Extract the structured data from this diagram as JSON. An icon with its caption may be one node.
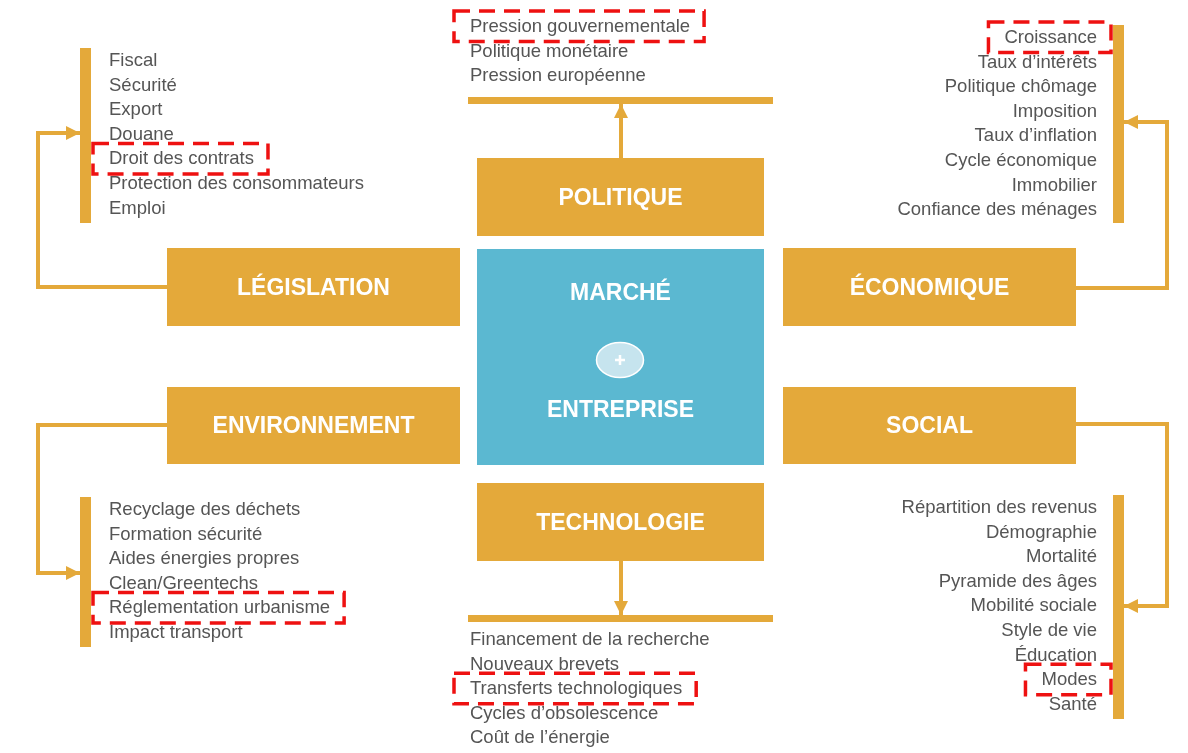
{
  "diagram": {
    "nodes": [
      {
        "text": [
          "Pression gouvernementale",
          "Politique monétaire",
          "Pression européenne"
        ]
      },
      {
        "text": [
          "Croissance",
          "Taux d’intérêts",
          "Politique chômage",
          "Imposition",
          "Taux d’inflation",
          "Cycle économique",
          "Immobilier",
          "Confiance des ménages"
        ]
      },
      {
        "text": [
          "Fiscal",
          "Sécurité",
          "Export",
          "Douane",
          "Droit des contrats",
          "Protection des consommateurs",
          "Emploi"
        ]
      },
      {
        "text": [
          "POLITIQUE"
        ]
      },
      {
        "text": [
          "LÉGISLATION"
        ]
      },
      {
        "text": [
          "MARCHÉ",
          "ENTREPRISE"
        ]
      },
      {
        "text": [
          "ÉCONOMIQUE"
        ]
      },
      {
        "text": [
          "ENVIRONNEMENT"
        ]
      },
      {
        "text": [
          "SOCIAL"
        ]
      },
      {
        "text": [
          "TECHNOLOGIE"
        ]
      },
      {
        "text": [
          "Recyclage des déchets",
          "Formation sécurité",
          "Aides énergies propres",
          "Clean/Greentechs",
          "Réglementation urbanisme",
          "Impact transport"
        ]
      },
      {
        "text": [
          "Répartition des revenus",
          "Démographie",
          "Mortalité",
          "Pyramide des âges",
          "Mobilité sociale",
          "Style de vie",
          "Éducation",
          "Modes",
          "Santé"
        ]
      },
      {
        "text": [
          "Financement de la recherche",
          "Nouveaux brevets",
          "Transferts technologiques",
          "Cycles d’obsolescence",
          "Coût de l’énergie"
        ]
      }
    ],
    "edges": [
      {
        "from": 3,
        "to": 0,
        "arrow": "to"
      },
      {
        "from": 4,
        "to": 2,
        "arrow": "to"
      },
      {
        "from": 6,
        "to": 1,
        "arrow": "to"
      },
      {
        "from": 7,
        "to": 10,
        "arrow": "to"
      },
      {
        "from": 8,
        "to": 11,
        "arrow": "to"
      },
      {
        "from": 9,
        "to": 12,
        "arrow": "to"
      }
    ]
  }
}
